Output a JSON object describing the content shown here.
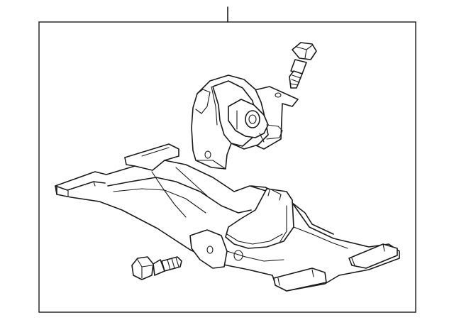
{
  "diagram": {
    "parts": [
      {
        "name": "transmission-mount-bracket"
      },
      {
        "name": "mount-insulator"
      },
      {
        "name": "mount-bolt-upper"
      },
      {
        "name": "bracket-bolt-lower"
      }
    ]
  }
}
